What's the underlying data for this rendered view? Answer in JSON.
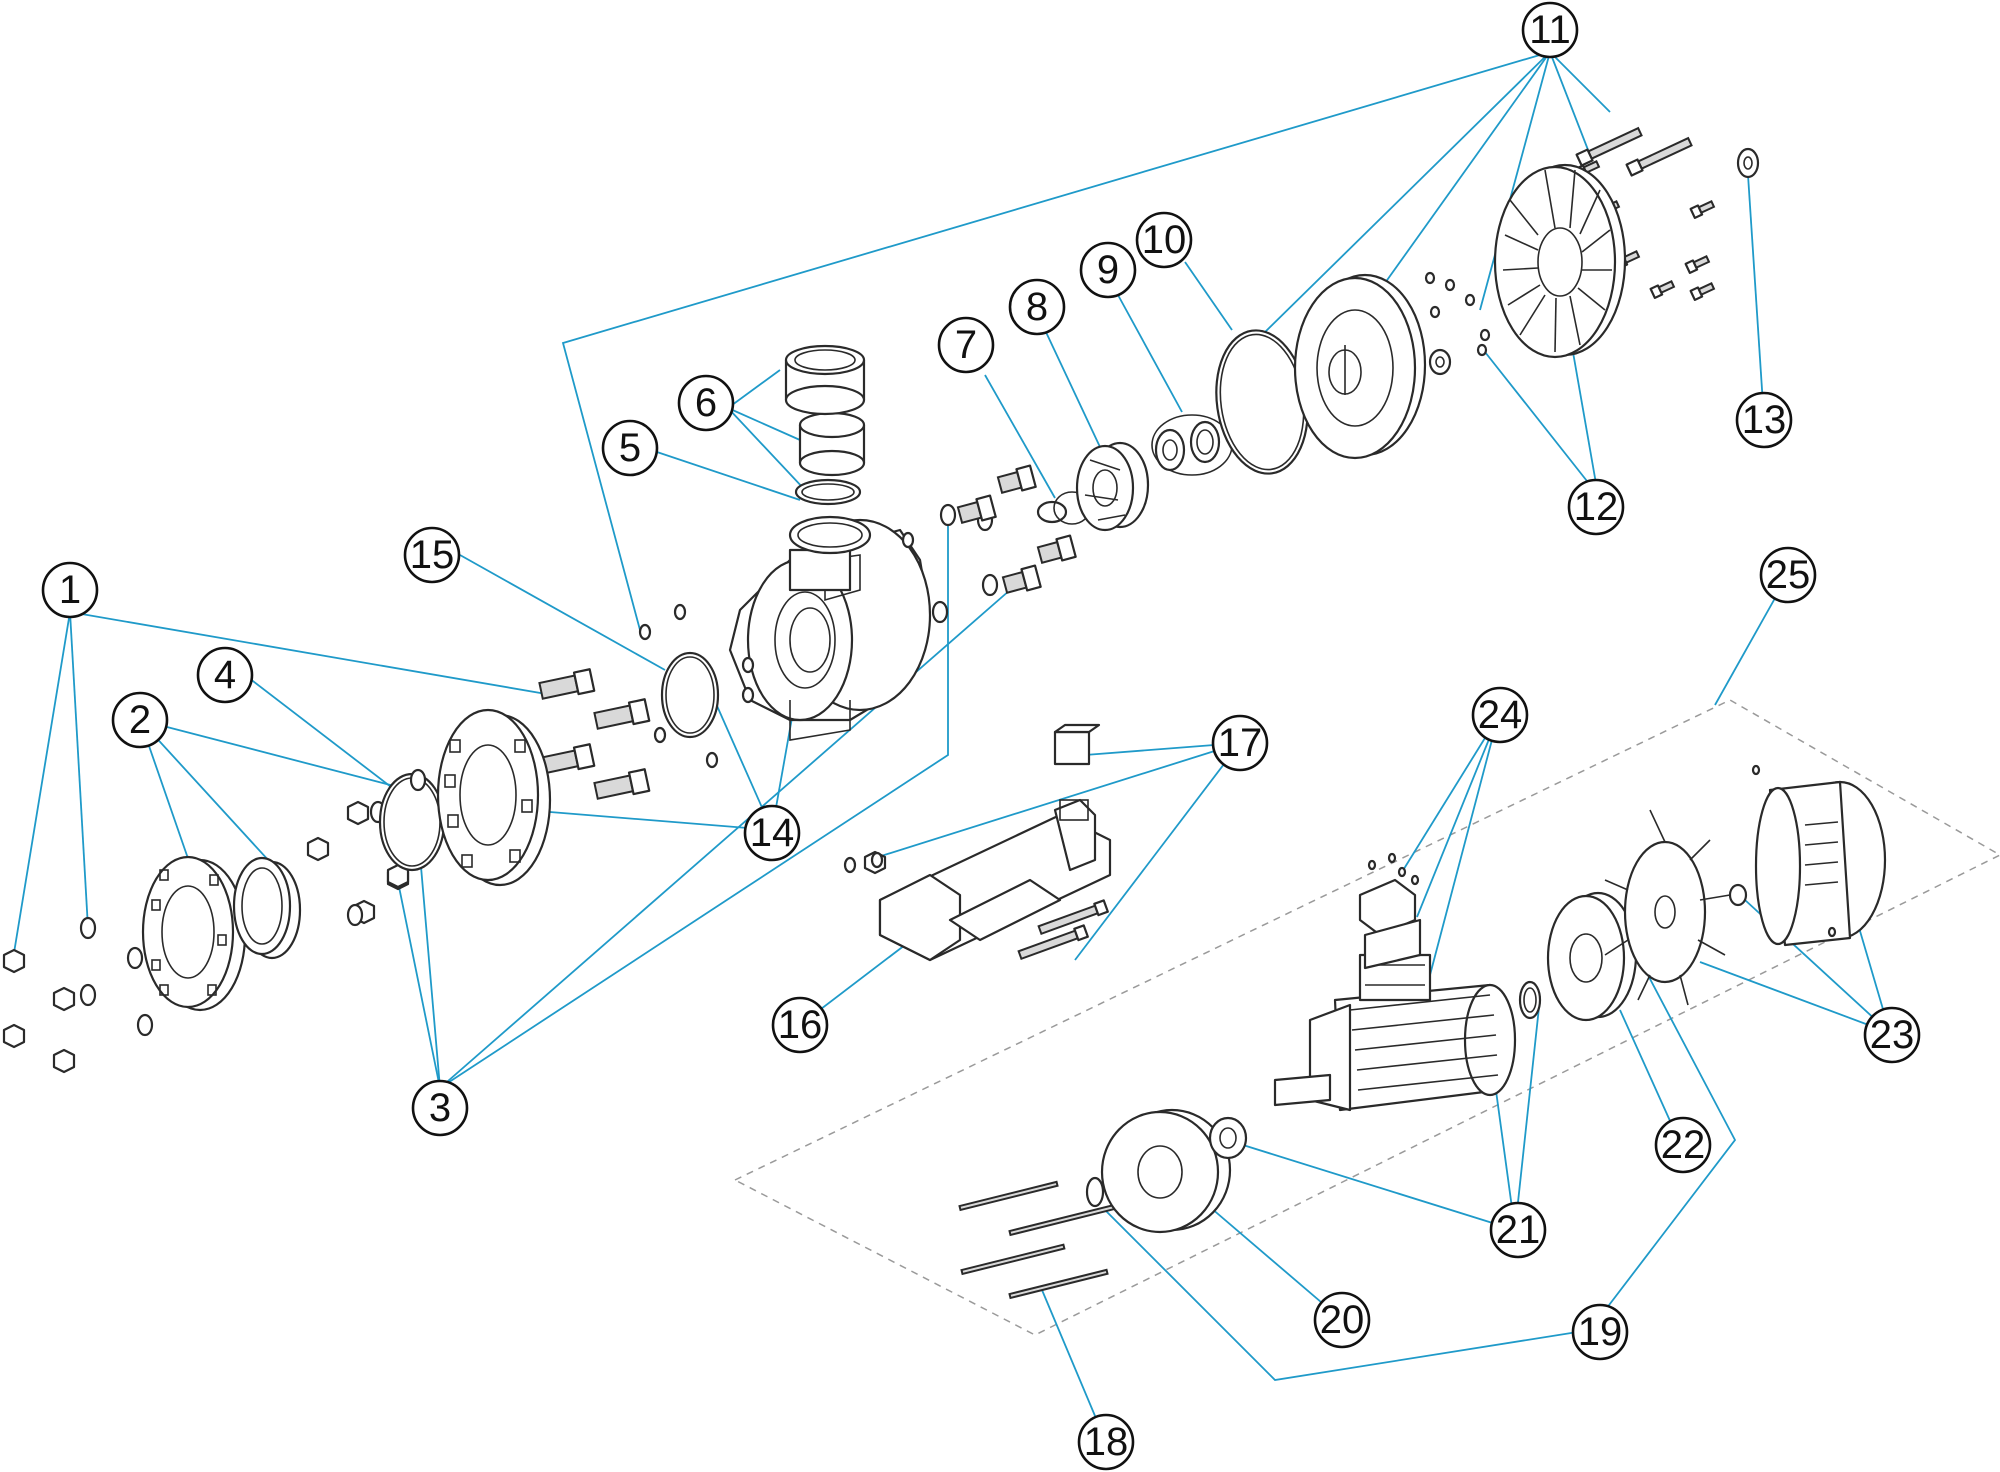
{
  "diagram": {
    "callouts": [
      {
        "id": "c1",
        "label": "1"
      },
      {
        "id": "c2",
        "label": "2"
      },
      {
        "id": "c3",
        "label": "3"
      },
      {
        "id": "c4",
        "label": "4"
      },
      {
        "id": "c5",
        "label": "5"
      },
      {
        "id": "c6",
        "label": "6"
      },
      {
        "id": "c7",
        "label": "7"
      },
      {
        "id": "c8",
        "label": "8"
      },
      {
        "id": "c9",
        "label": "9"
      },
      {
        "id": "c10",
        "label": "10"
      },
      {
        "id": "c11",
        "label": "11"
      },
      {
        "id": "c12",
        "label": "12"
      },
      {
        "id": "c13",
        "label": "13"
      },
      {
        "id": "c14",
        "label": "14"
      },
      {
        "id": "c15",
        "label": "15"
      },
      {
        "id": "c16",
        "label": "16"
      },
      {
        "id": "c17",
        "label": "17"
      },
      {
        "id": "c18",
        "label": "18"
      },
      {
        "id": "c19",
        "label": "19"
      },
      {
        "id": "c20",
        "label": "20"
      },
      {
        "id": "c21",
        "label": "21"
      },
      {
        "id": "c22",
        "label": "22"
      },
      {
        "id": "c23",
        "label": "23"
      },
      {
        "id": "c24",
        "label": "24"
      },
      {
        "id": "c25",
        "label": "25"
      }
    ],
    "colors": {
      "leader": "#1f9ac9",
      "outline": "#2a2a2a",
      "dashed_group": "#9a9a9a"
    }
  }
}
